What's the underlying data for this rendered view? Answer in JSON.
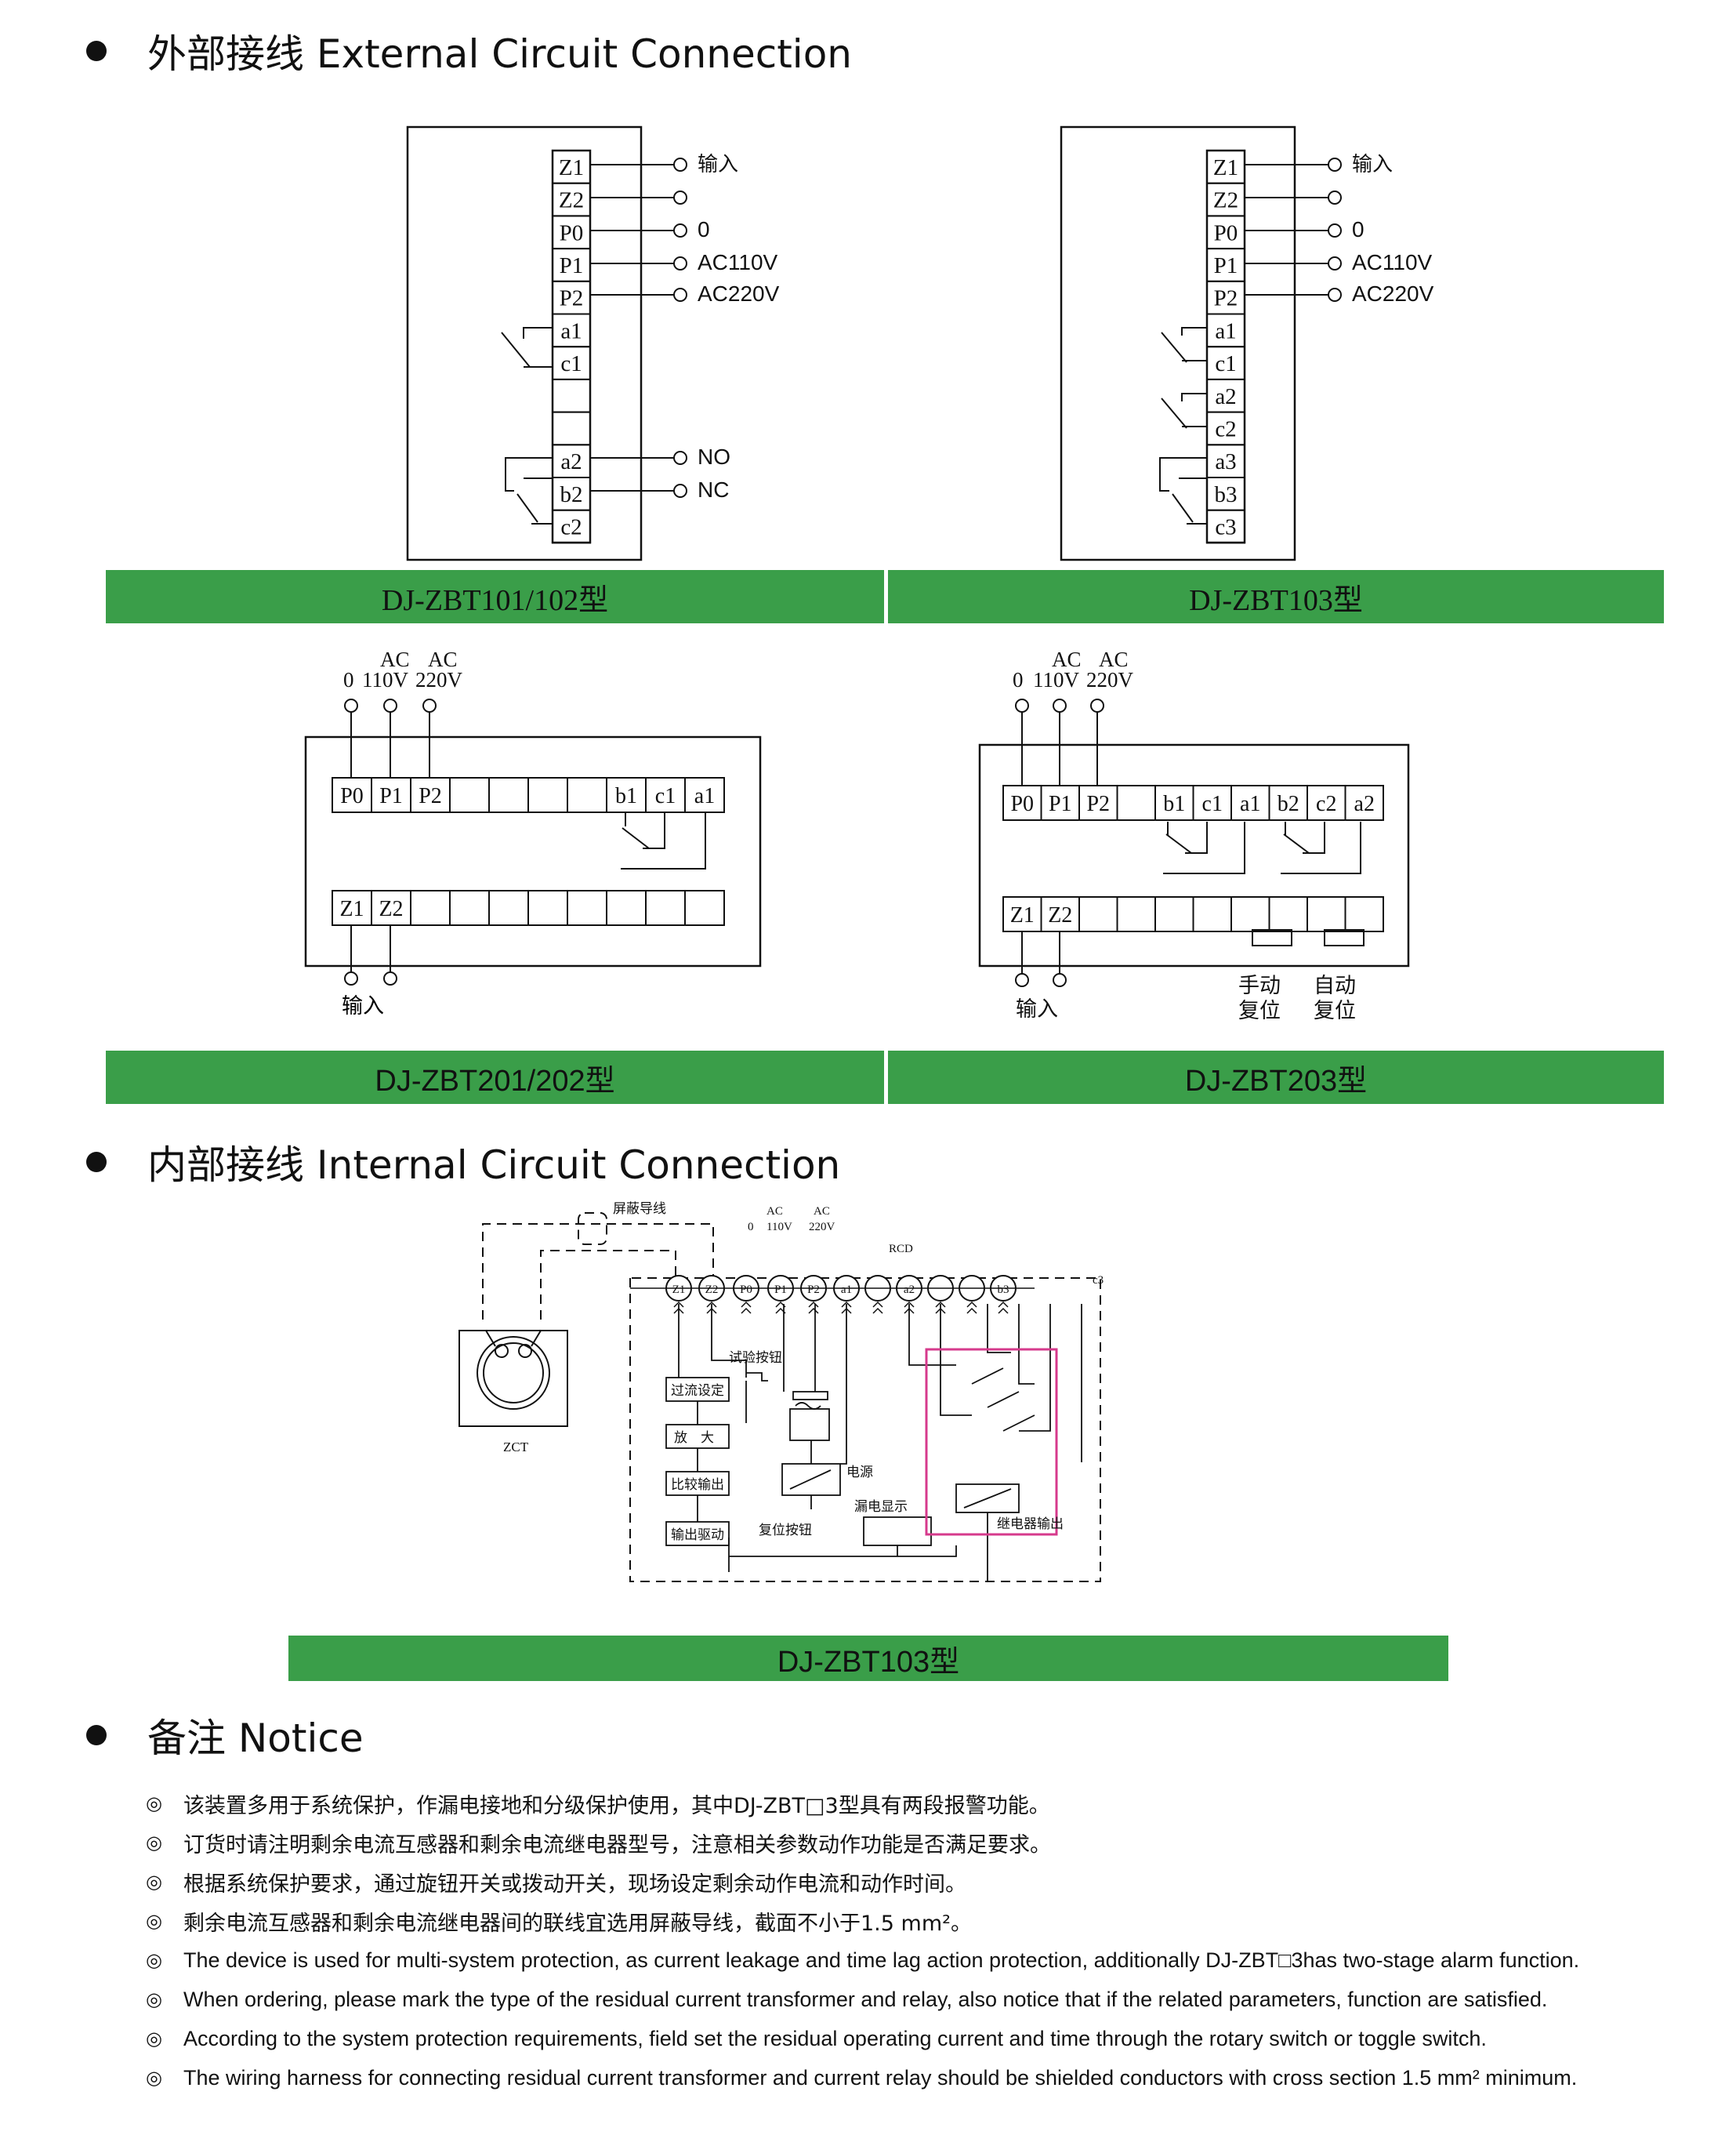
{
  "sections": {
    "external": "外部接线 External Circuit Connection",
    "internal": "内部接线 Internal Circuit Connection",
    "notice": "备注 Notice"
  },
  "models": {
    "m101": "DJ-ZBT101/102型",
    "m103": "DJ-ZBT103型",
    "m201": "DJ-ZBT201/202型",
    "m203": "DJ-ZBT203型",
    "internal": "DJ-ZBT103型"
  },
  "diagram1": {
    "terminals": [
      "Z1",
      "Z2",
      "P0",
      "P1",
      "P2",
      "a1",
      "c1",
      "",
      "",
      "a2",
      "b2",
      "c2"
    ],
    "lbl_input": "输入",
    "lbl_0": "0",
    "lbl_110": "AC110V",
    "lbl_220": "AC220V",
    "lbl_no": "NO",
    "lbl_nc": "NC"
  },
  "diagram2": {
    "terminals": [
      "Z1",
      "Z2",
      "P0",
      "P1",
      "P2",
      "a1",
      "c1",
      "a2",
      "c2",
      "a3",
      "b3",
      "c3"
    ],
    "lbl_input": "输入",
    "lbl_0": "0",
    "lbl_110": "AC110V",
    "lbl_220": "AC220V"
  },
  "diagram3": {
    "top_ac1": "AC",
    "top_ac2": "AC",
    "top_0": "0",
    "top_110": "110V",
    "top_220": "220V",
    "row1": [
      "P0",
      "P1",
      "P2",
      "",
      "",
      "",
      "",
      "b1",
      "c1",
      "a1"
    ],
    "row2": [
      "Z1",
      "Z2",
      "",
      "",
      "",
      "",
      "",
      "",
      "",
      ""
    ],
    "lbl_input": "输入"
  },
  "diagram4": {
    "top_ac1": "AC",
    "top_ac2": "AC",
    "top_0": "0",
    "top_110": "110V",
    "top_220": "220V",
    "row1": [
      "P0",
      "P1",
      "P2",
      "",
      "b1",
      "c1",
      "a1",
      "b2",
      "c2",
      "a2"
    ],
    "row2": [
      "Z1",
      "Z2",
      "",
      "",
      "",
      "",
      "",
      "",
      "",
      ""
    ],
    "lbl_input": "输入",
    "lbl_manual1": "手动",
    "lbl_manual2": "复位",
    "lbl_auto1": "自动",
    "lbl_auto2": "复位"
  },
  "internal": {
    "shield": "屏蔽导线",
    "ac1": "AC",
    "ac2": "AC",
    "v0": "0",
    "v110": "110V",
    "v220": "220V",
    "rcd": "RCD",
    "c3": "c3",
    "b3": "b3",
    "zct": "ZCT",
    "test_btn": "试验按钮",
    "overcurrent": "过流设定",
    "amplify": "放　大",
    "compare": "比较输出",
    "reset_btn": "复位按钮",
    "drive": "输出驱动",
    "power": "电源",
    "leak_disp": "漏电显示",
    "relay_out": "继电器输出",
    "terminals": [
      "Z1",
      "Z2",
      "P0",
      "P1",
      "P2",
      "a1",
      "",
      "a2",
      "",
      "",
      "b3"
    ]
  },
  "notes": [
    {
      "type": "cn",
      "mark": "◎",
      "text": "该装置多用于系统保护，作漏电接地和分级保护使用，其中DJ-ZBT□3型具有两段报警功能。"
    },
    {
      "type": "cn",
      "mark": "◎",
      "text": "订货时请注明剩余电流互感器和剩余电流继电器型号，注意相关参数动作功能是否满足要求。"
    },
    {
      "type": "cn",
      "mark": "◎",
      "text": "根据系统保护要求，通过旋钮开关或拨动开关，现场设定剩余动作电流和动作时间。"
    },
    {
      "type": "cn",
      "mark": "◎",
      "text": "剩余电流互感器和剩余电流继电器间的联线宜选用屏蔽导线，截面不小于1.5 mm²。"
    },
    {
      "type": "en",
      "mark": "◎",
      "text": "The device is used for multi-system protection, as current leakage and time lag action protection,  additionally DJ-ZBT□3has two-stage alarm function."
    },
    {
      "type": "en",
      "mark": "◎",
      "text": "When ordering, please mark the type of the residual current transformer and relay, also notice that if the related parameters, function are satisfied."
    },
    {
      "type": "en",
      "mark": "◎",
      "text": "According to the system protection requirements, field set the residual operating current and time through the rotary switch or toggle switch."
    },
    {
      "type": "en",
      "mark": "◎",
      "text": "The wiring harness for connecting residual current transformer and current relay should be shielded conductors with cross section 1.5 mm² minimum."
    }
  ]
}
